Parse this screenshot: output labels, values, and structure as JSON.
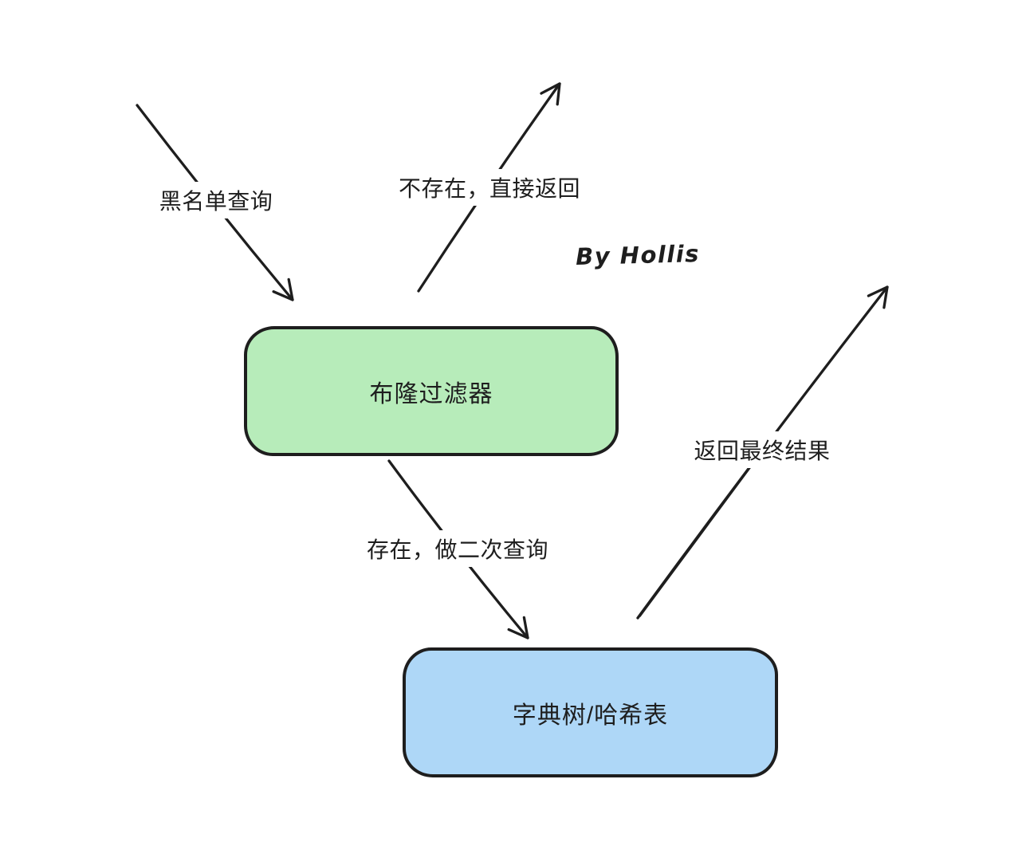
{
  "canvas": {
    "background": "#ffffff",
    "stroke_color": "#1e1e1e"
  },
  "attribution": {
    "text": "By Hollis"
  },
  "nodes": [
    {
      "id": "bloom-filter",
      "label": "布隆过滤器",
      "fill": "#b7ecba"
    },
    {
      "id": "trie-hash-table",
      "label": "字典树/哈希表",
      "fill": "#aed7f7"
    }
  ],
  "edges": [
    {
      "id": "blacklist-query",
      "label": "黑名单查询",
      "from": "external",
      "to": "bloom-filter"
    },
    {
      "id": "not-exist-return",
      "label": "不存在，直接返回",
      "from": "bloom-filter",
      "to": "external"
    },
    {
      "id": "exists-recheck",
      "label": "存在，做二次查询",
      "from": "bloom-filter",
      "to": "trie-hash-table"
    },
    {
      "id": "return-final",
      "label": "返回最终结果",
      "from": "trie-hash-table",
      "to": "external"
    }
  ]
}
